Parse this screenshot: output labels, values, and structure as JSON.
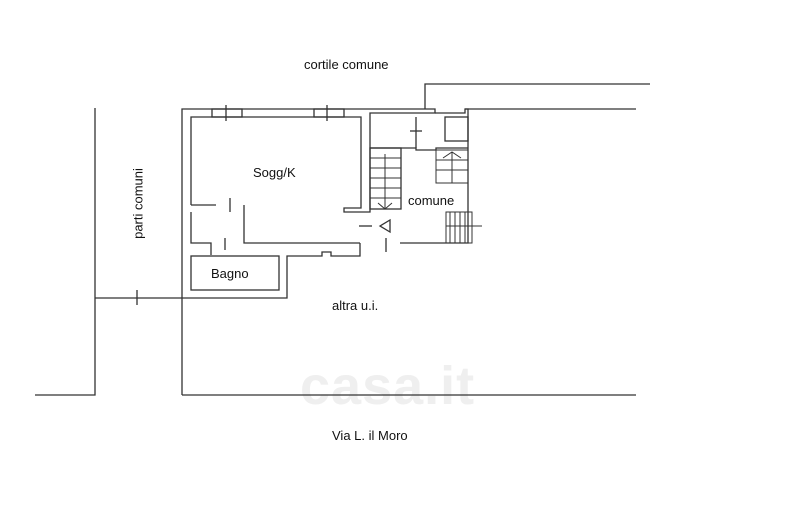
{
  "labels": {
    "courtyard": "cortile comune",
    "common_parts": "parti comuni",
    "living_kitchen": "Sogg/K",
    "common": "comune",
    "bathroom": "Bagno",
    "other_unit": "altra u.i.",
    "street": "Via L. il Moro"
  },
  "watermark": "casa.it",
  "colors": {
    "line": "#333333",
    "watermark": "#efefef"
  }
}
